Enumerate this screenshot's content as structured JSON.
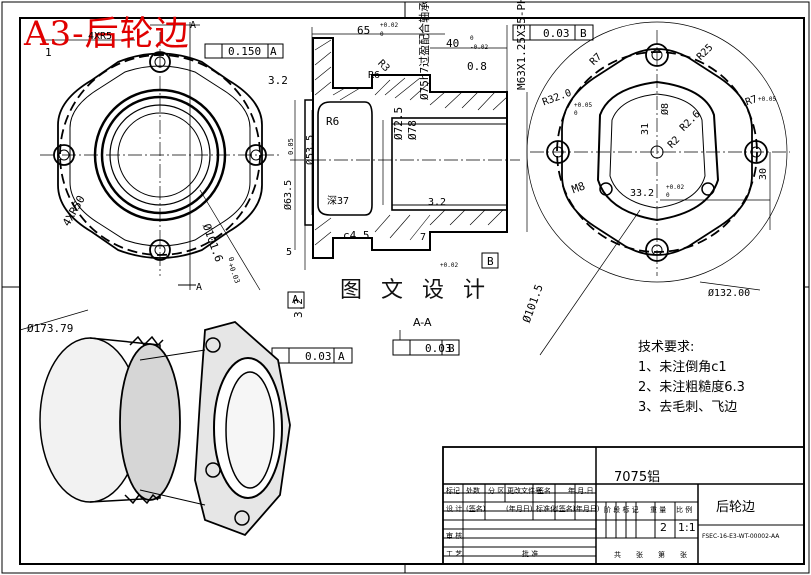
{
  "title": "A3-后轮边",
  "watermark": "图 文 设 计",
  "section_label": "A-A",
  "tech_requirements": {
    "heading": "技术要求:",
    "items": [
      "1、未注倒角c1",
      "2、未注粗糙度6.3",
      "3、去毛刺、飞边"
    ]
  },
  "title_block": {
    "material": "7075铝",
    "part_name": "后轮边",
    "drawing_no": "FSEC-16-E3-WT-00002-AA",
    "scale": "1:1",
    "sheet_count": "2",
    "row_labels": [
      "标记",
      "处数",
      "分 区",
      "更改文件号",
      "签名",
      "年.月.日"
    ],
    "row2": [
      "设 计",
      "(签名)",
      "(年月日)",
      "标准化",
      "(签名)",
      "(年月日)"
    ],
    "stage_labels": [
      "阶 段 标 记",
      "重 量",
      "比 例"
    ],
    "approve": [
      "审 核",
      "工 艺",
      "批 准"
    ],
    "bottom": [
      "共",
      "张",
      "第",
      "张"
    ]
  },
  "dimensions": {
    "left_view": [
      "4XR5",
      "0.150",
      "A",
      "1",
      "4XR50",
      "Ø101.6",
      "+0.03",
      "0",
      "A",
      "A",
      "Ø173.79"
    ],
    "section": [
      "65",
      "+0.02",
      "0",
      "40",
      "0",
      "-0.02",
      "3.2",
      "R6",
      "R3",
      "0.8",
      "R6",
      "0.03",
      "B",
      "Ø72.5",
      "Ø78",
      "Ø75h7过盈配合轴承",
      "M63X1.25X35-PH",
      "Ø53.5",
      "深37",
      "Ø63.5",
      "0.05",
      "c4.5",
      "5",
      "7",
      "3.2",
      "+0.02",
      "B",
      "A",
      "3.2"
    ],
    "ftol": [
      "0.03",
      "A",
      "0.03",
      "B"
    ],
    "right_view": [
      "R7",
      "R25",
      "R32.0",
      "+0.05",
      "0",
      "R2",
      "31",
      "Ø8",
      "R2.6",
      "R7",
      "+0.05",
      "M8",
      "33.2",
      "+0.02",
      "0",
      "30",
      "Ø132.00",
      "Ø101.5"
    ]
  },
  "colors": {
    "title": "#e00000",
    "lines": "#000000",
    "background": "#ffffff"
  }
}
